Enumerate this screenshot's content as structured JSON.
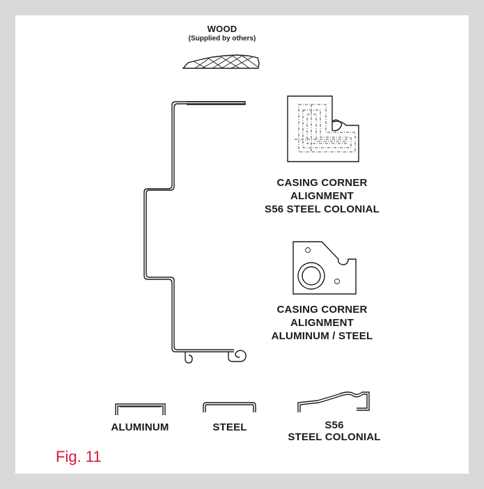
{
  "wood": {
    "title": "WOOD",
    "subtitle": "(Supplied by others)"
  },
  "corner_s56": {
    "line1": "CASING CORNER",
    "line2": "ALIGNMENT",
    "line3": "S56 STEEL COLONIAL"
  },
  "corner_alum": {
    "line1": "CASING CORNER",
    "line2": "ALIGNMENT",
    "line3": "ALUMINUM / STEEL"
  },
  "profiles": {
    "aluminum": "ALUMINUM",
    "steel": "STEEL",
    "s56_line1": "S56",
    "s56_line2": "STEEL COLONIAL"
  },
  "figure": {
    "label": "Fig. 11"
  },
  "colors": {
    "border": "#d9d9d9",
    "figure_label": "#d6183a",
    "line": "#1a1a1a"
  }
}
